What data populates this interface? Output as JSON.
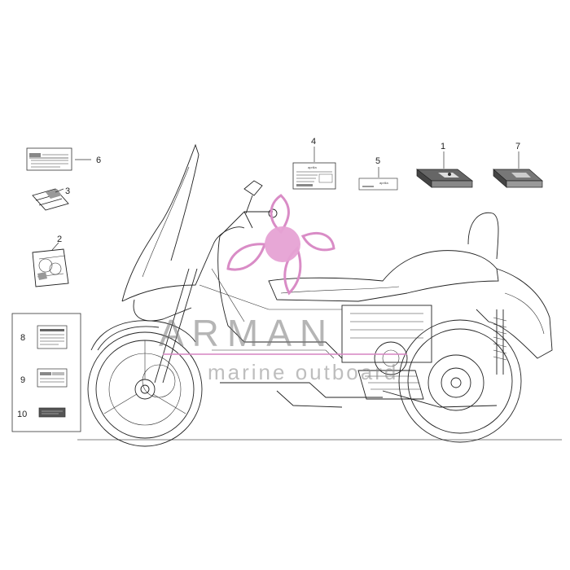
{
  "diagram": {
    "callouts": [
      {
        "id": "c1",
        "number": "1"
      },
      {
        "id": "c2",
        "number": "2"
      },
      {
        "id": "c3",
        "number": "3"
      },
      {
        "id": "c4",
        "number": "4"
      },
      {
        "id": "c5",
        "number": "5"
      },
      {
        "id": "c6",
        "number": "6"
      },
      {
        "id": "c7",
        "number": "7"
      },
      {
        "id": "c8",
        "number": "8"
      },
      {
        "id": "c9",
        "number": "9"
      },
      {
        "id": "c10",
        "number": "10"
      }
    ],
    "label_texts": {
      "brand_small_1": "aprilia",
      "brand_small_2": "aprilia"
    }
  },
  "watermark": {
    "title": "ARMAN",
    "subtitle": "marine outboard",
    "colors": {
      "logo_pink": "#d98cc6",
      "logo_fill": "#e6a2d4",
      "text_gray": "#7a7a7a"
    }
  }
}
